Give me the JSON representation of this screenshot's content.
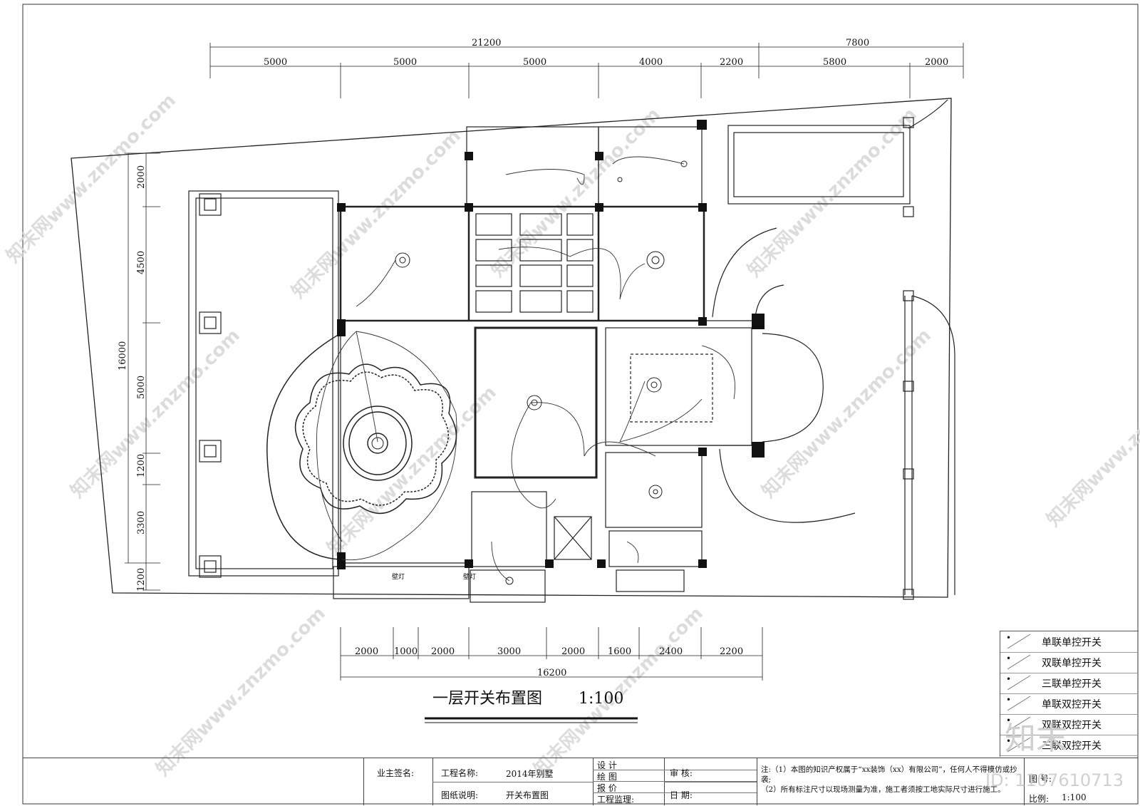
{
  "drawing": {
    "title": "一层开关布置图",
    "scale": "1:100",
    "dims_top_total": [
      "21200",
      "7800"
    ],
    "dims_top": [
      "5000",
      "5000",
      "5000",
      "4000",
      "2200",
      "5800",
      "2000"
    ],
    "dims_bottom": [
      "2000",
      "1000",
      "2000",
      "3000",
      "2000",
      "1600",
      "2400",
      "2200"
    ],
    "dims_bottom_total": "16200",
    "dims_left_total": "16000",
    "dims_left": [
      "2000",
      "4500",
      "5000",
      "1200",
      "3300",
      "1200"
    ],
    "labels": [
      "壁灯",
      "壁灯"
    ]
  },
  "legend": {
    "items": [
      {
        "mark": "•",
        "label": "单联单控开关"
      },
      {
        "mark": "•",
        "label": "双联单控开关"
      },
      {
        "mark": "•",
        "label": "三联单控开关"
      },
      {
        "mark": "•",
        "label": "单联双控开关"
      },
      {
        "mark": "•",
        "label": "双联双控开关"
      },
      {
        "mark": "•",
        "label": "三联双控开关"
      }
    ]
  },
  "titleblock": {
    "owner_sign": "业主签名:",
    "project_name_label": "工程名称:",
    "project_name": "2014年别墅",
    "drawing_desc_label": "图纸说明:",
    "drawing_desc": "开关布置图",
    "design": "设 计",
    "draw": "绘 图",
    "quote": "报 价",
    "supervisor": "工程监理:",
    "review": "审 核:",
    "date": "日 期:",
    "note1": "注:（1）本图的知识产权属于“xx装饰（xx）有限公司”，任何人不得模仿或抄袭;",
    "note2": "（2）所有标注尺寸以现场测量为准，施工者须按工地实际尺寸进行施工。",
    "drawing_no": "图 号:",
    "scale_label": "比例:",
    "scale_value": "1:100"
  },
  "watermark": {
    "text": "知末网www.znzmo.com",
    "logo": "知末",
    "id": "ID: 1107610713"
  }
}
